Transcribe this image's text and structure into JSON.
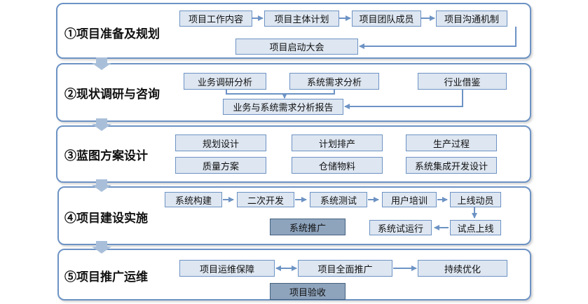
{
  "stages": [
    {
      "title": "①项目准备及规划",
      "boxes": [
        "项目工作内容",
        "项目主体计划",
        "项目团队成员",
        "项目沟通机制",
        "项目启动大会"
      ]
    },
    {
      "title": "②现状调研与咨询",
      "boxes": [
        "业务调研分析",
        "系统需求分析",
        "行业借鉴",
        "业务与系统需求分析报告"
      ]
    },
    {
      "title": "③蓝图方案设计",
      "boxes": [
        "规划设计",
        "计划排产",
        "生产过程",
        "质量方案",
        "仓储物料",
        "系统集成开发设计"
      ]
    },
    {
      "title": "④项目建设实施",
      "boxes": [
        "系统构建",
        "二次开发",
        "系统测试",
        "用户培训",
        "上线动员",
        "系统推广",
        "系统试运行",
        "试点上线"
      ]
    },
    {
      "title": "⑤项目推广运维",
      "boxes": [
        "项目运维保障",
        "项目全面推广",
        "持续优化",
        "项目验收"
      ]
    }
  ],
  "colors": {
    "border": "#6d93c4",
    "box_fill": "#dde6f1",
    "dark_fill": "#8ea4bd",
    "arrow": "#6d93c4",
    "stage_arrow": "#a9bfd9"
  }
}
